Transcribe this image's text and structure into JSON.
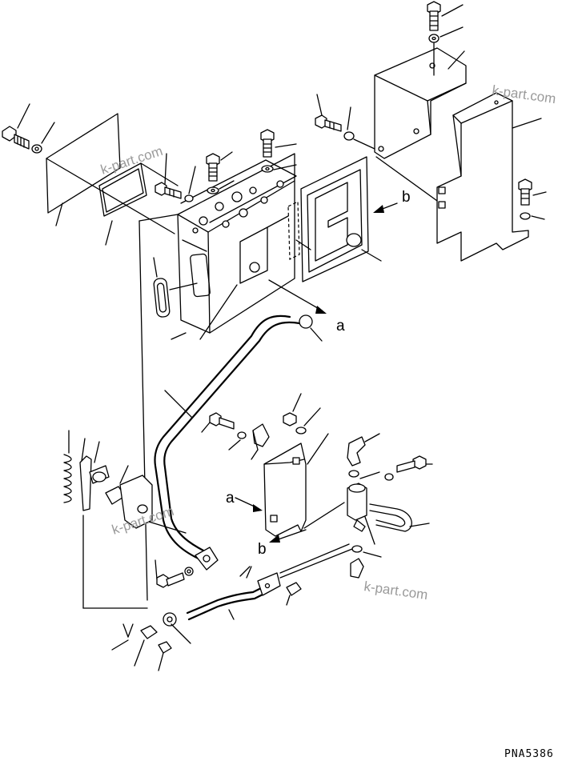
{
  "callouts": {
    "a_upper": "a",
    "b_upper": "b",
    "a_lower": "a",
    "b_lower": "b"
  },
  "watermarks": [
    "k-part.com",
    "k-part.com",
    "k-part.com",
    "k-part.com"
  ],
  "drawing_code": "PNA5386"
}
